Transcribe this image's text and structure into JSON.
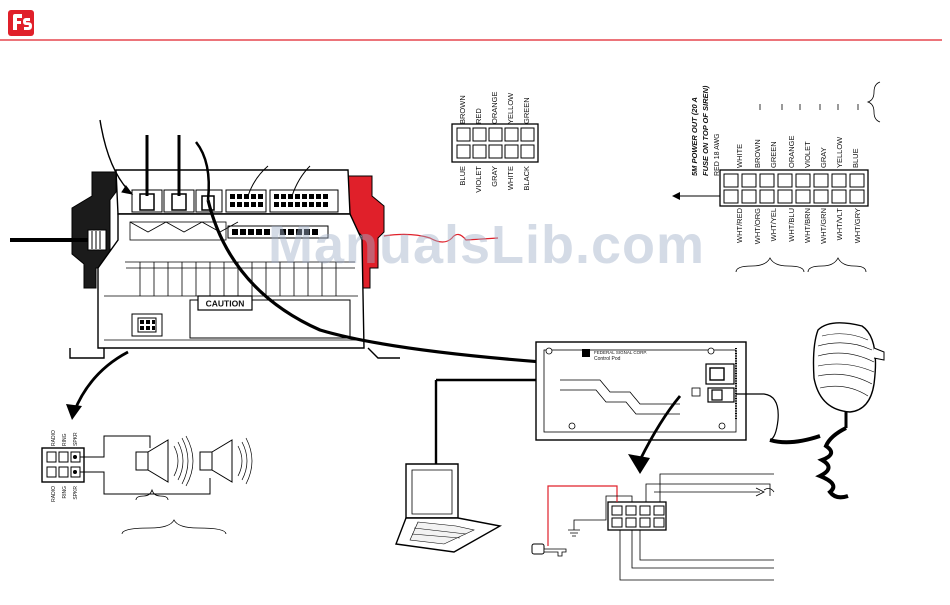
{
  "header": {
    "brand_color": "#e0202a",
    "logo_icon": "federal-signal-logo-icon"
  },
  "watermark": "ManualsLib.com",
  "siren_unit": {
    "caution_label": "CAUTION"
  },
  "connector_top": {
    "top_row": [
      "BROWN",
      "RED",
      "ORANGE",
      "YELLOW",
      "GREEN"
    ],
    "bottom_row": [
      "BLUE",
      "VIOLET",
      "GRAY",
      "WHITE",
      "BLACK"
    ]
  },
  "connector_right": {
    "power_note_line1": "5M POWER OUT (20 A",
    "power_note_line2": "FUSE ON TOP OF SIREN)",
    "red_wire_label": "RED 18 AWG",
    "top_row": [
      "WHITE",
      "BROWN",
      "GREEN",
      "ORANGE",
      "VIOLET",
      "GRAY",
      "YELLOW",
      "BLUE"
    ],
    "bottom_row": [
      "WHT/RED",
      "WHT/ORG",
      "WHT/YEL",
      "WHT/BLU",
      "WHT/BRN",
      "WHT/GRN",
      "WHT/VLT",
      "WHT/GRY"
    ]
  },
  "speaker_connector": {
    "top_labels": [
      "RADIO",
      "RING",
      "SPKR"
    ],
    "bottom_labels": [
      "RADIO",
      "RING",
      "SPKR"
    ]
  },
  "control_pod": {
    "brand": "FEDERAL SIGNAL CORP.",
    "model": "Control Pod"
  }
}
